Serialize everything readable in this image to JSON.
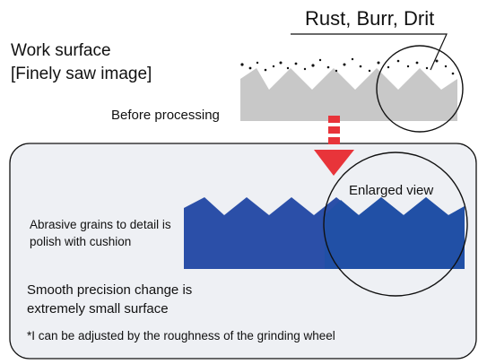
{
  "labels": {
    "rust_burr_drit": "Rust, Burr, Drit",
    "work_surface": "Work surface",
    "finely_saw_image": "[Finely saw image]",
    "before_processing": "Before processing",
    "enlarged_view": "Enlarged view",
    "abrasive_line1": "Abrasive grains to detail is",
    "abrasive_line2": "polish with cushion",
    "smooth_line1": "Smooth precision change is",
    "smooth_line2": "extremely small surface",
    "note": "*I can be adjusted by the roughness of the grinding wheel"
  },
  "colors": {
    "before_surface": "#c8c8c8",
    "after_surface": "#2b4fa8",
    "after_enlarged": "#2150a6",
    "arrow": "#e8343a",
    "panel_bg": "#eef0f4",
    "outline": "#111111"
  }
}
